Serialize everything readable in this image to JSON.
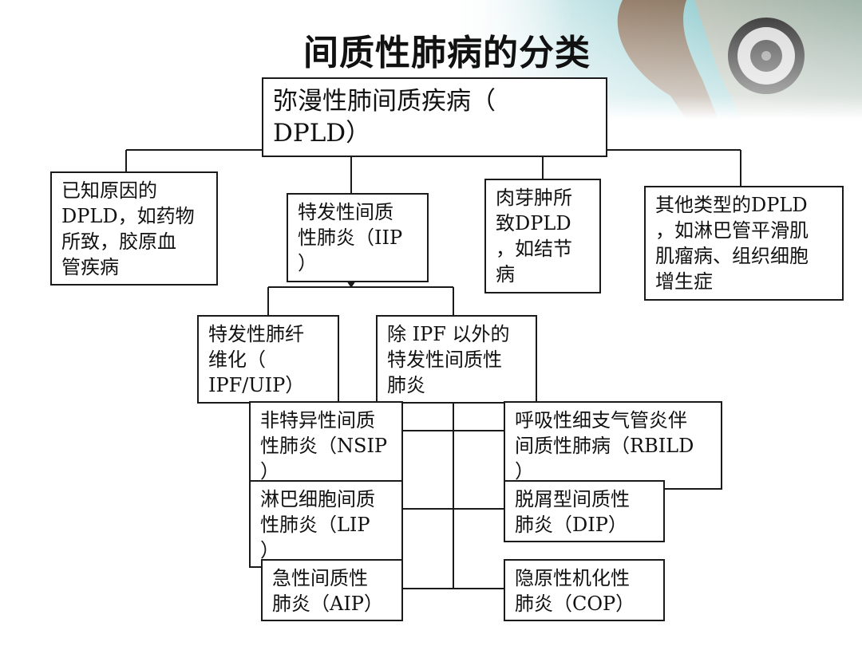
{
  "title": "间质性肺病的分类",
  "nodes": {
    "root": "弥漫性肺间质疾病（\nDPLD）",
    "known_cause": "已知原因的\nDPLD，如药物\n所致，胶原血\n管疾病",
    "iip": "特发性间质\n性肺炎（IIP\n）",
    "granuloma": "肉芽肿所\n致DPLD\n，如结节\n病",
    "other": "其他类型的DPLD\n，如淋巴管平滑肌\n肌瘤病、组织细胞\n增生症",
    "ipf": "特发性肺纤\n维化（\nIPF/UIP）",
    "non_ipf": "除 IPF 以外的\n特发性间质性\n肺炎",
    "nsip": "非特异性间质\n性肺炎（NSIP\n）",
    "rbild": "呼吸性细支气管炎伴\n间质性肺病（RBILD\n）",
    "lip": "淋巴细胞间质\n性肺炎（LIP\n）",
    "dip": "脱屑型间质性\n肺炎（DIP）",
    "aip": "急性间质性\n肺炎（AIP）",
    "cop": "隐原性机化性\n肺炎（COP）"
  }
}
